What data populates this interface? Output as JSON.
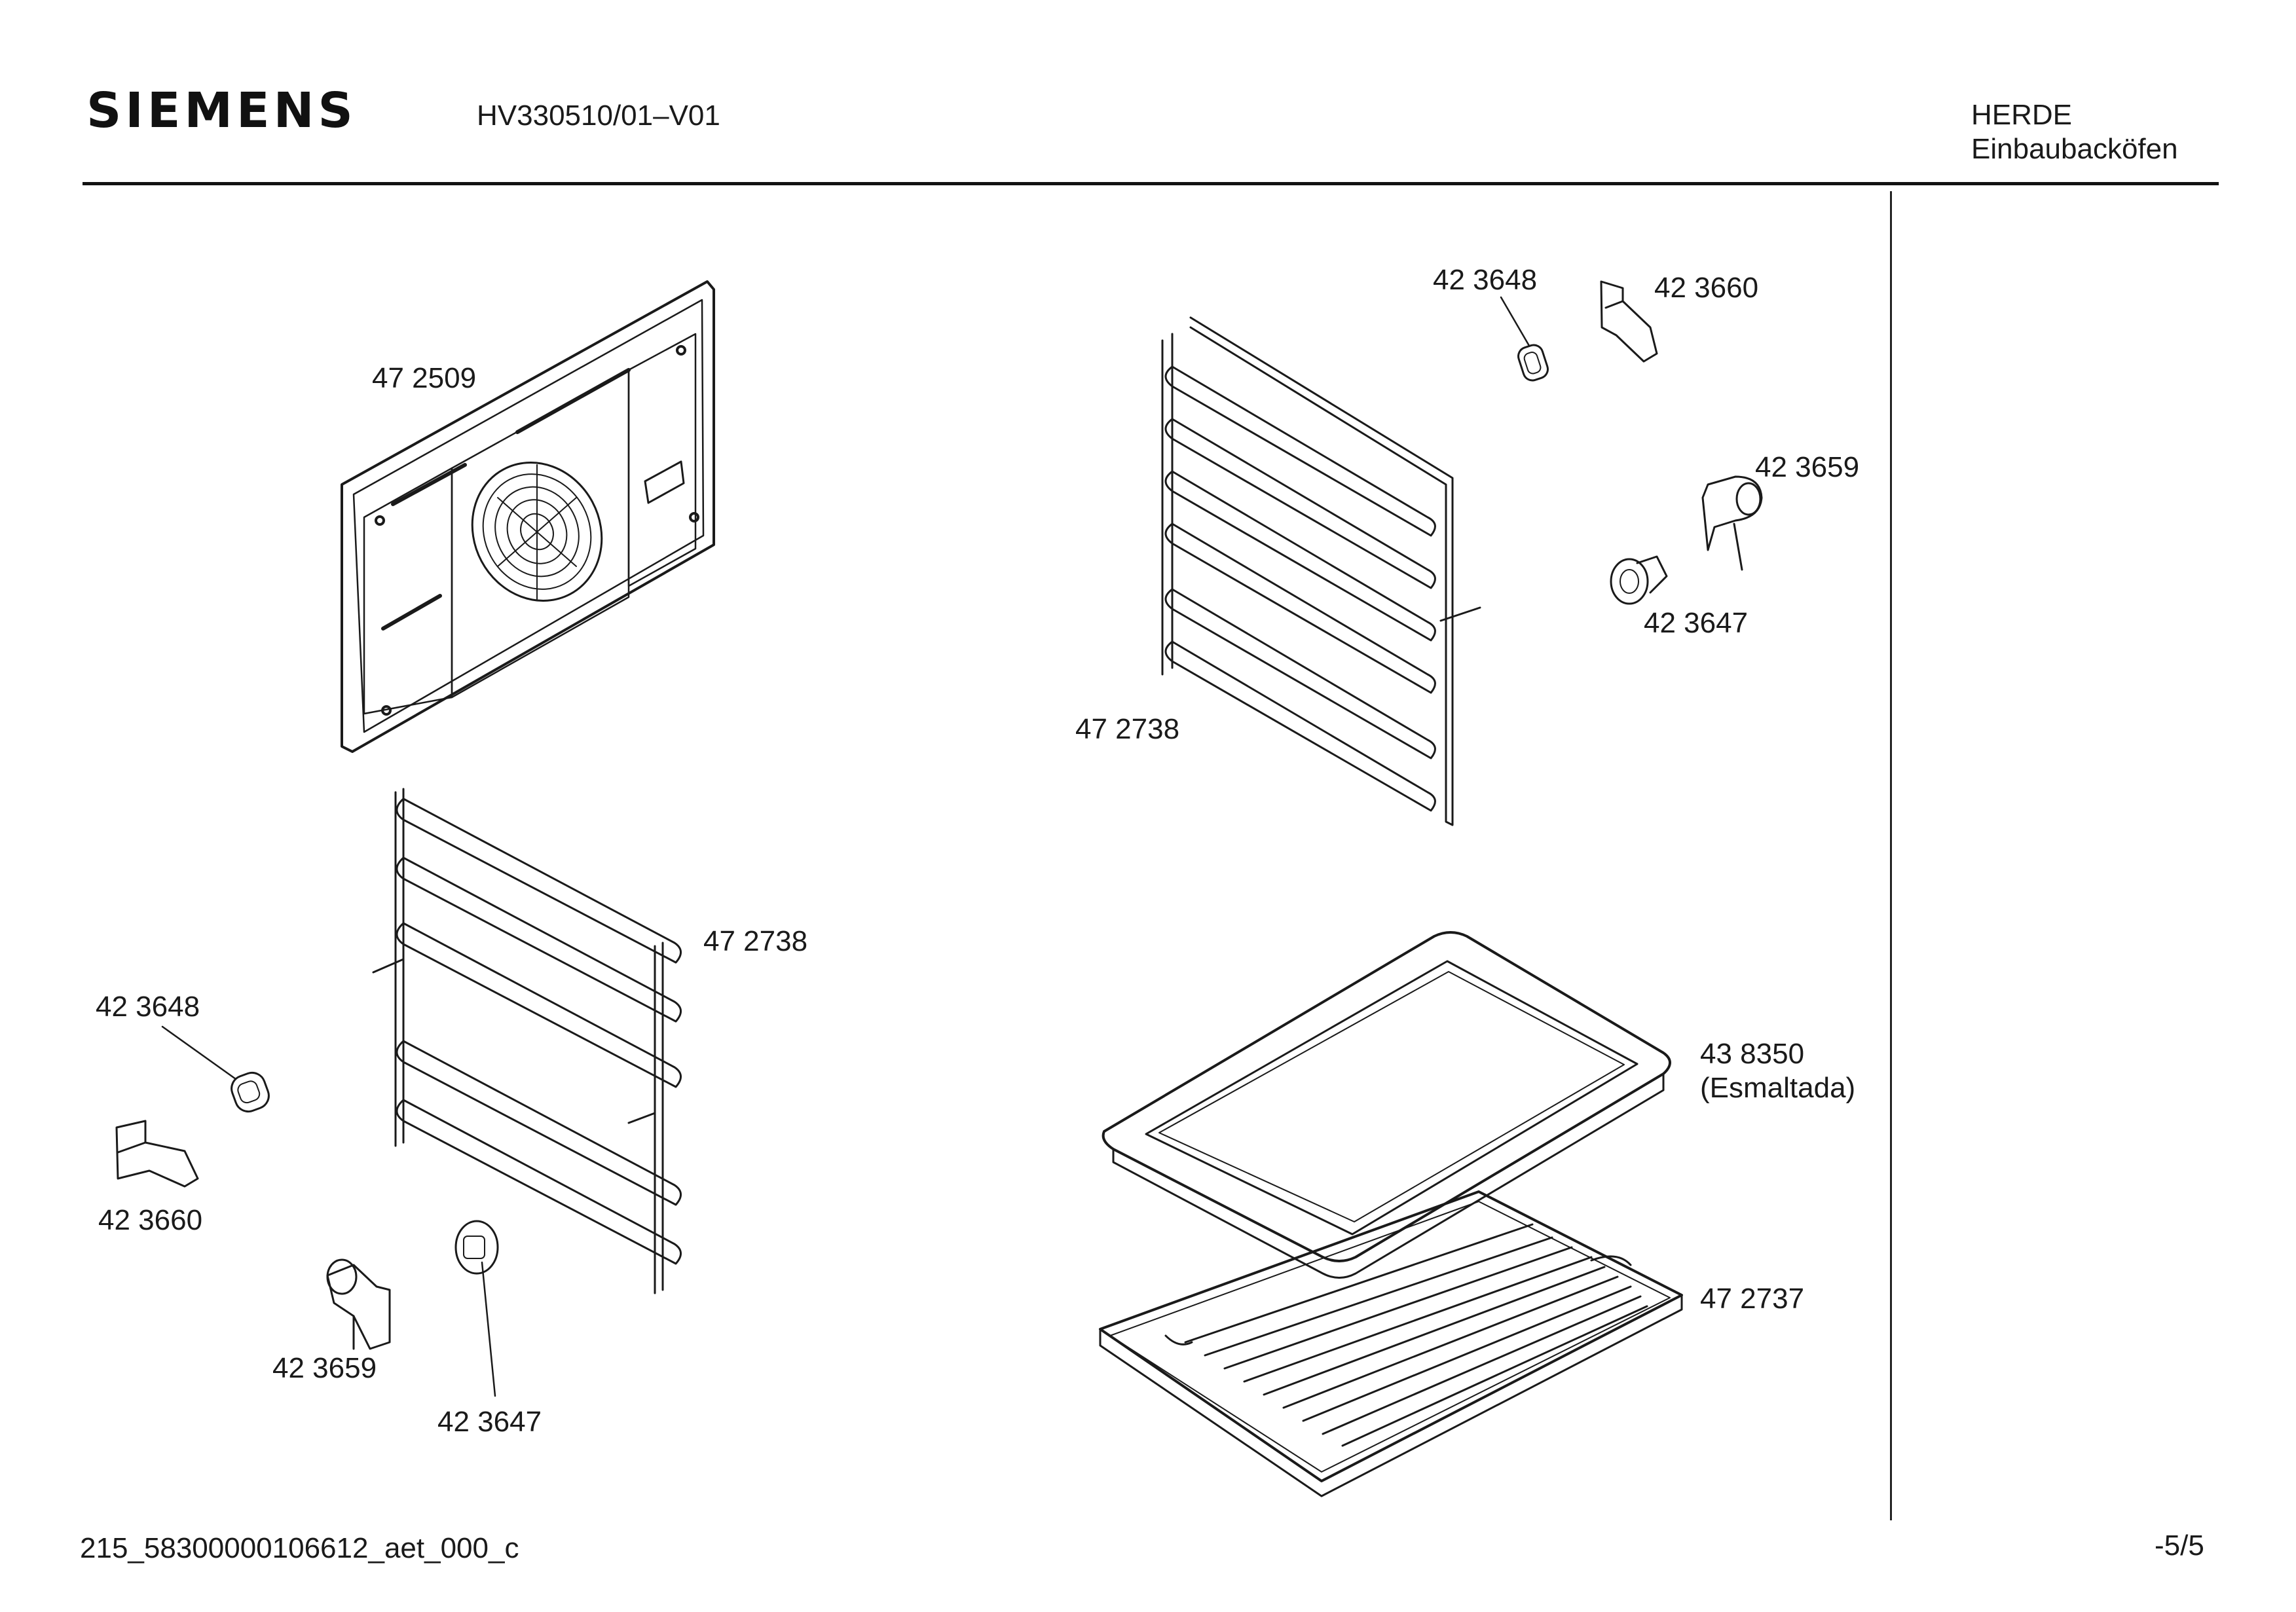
{
  "header": {
    "brand": "SIEMENS",
    "model": "HV330510/01–V01",
    "category": "HERDE",
    "subcategory": "Einbaubacköfen"
  },
  "footer": {
    "document_id": "215_58300000106612_aet_000_c",
    "page": "-5/5"
  },
  "parts": {
    "back_panel": "47 2509",
    "rack_right": "47 2738",
    "rack_left": "47 2738",
    "tray": "43 8350",
    "tray_note": "(Esmaltada)",
    "grill": "47 2737",
    "cap_top": "42 3648",
    "clip_top": "42 3660",
    "holder_top": "42 3659",
    "nut_top": "42 3647",
    "cap_left": "42 3648",
    "clip_left": "42 3660",
    "holder_left": "42 3659",
    "nut_left": "42 3647"
  }
}
